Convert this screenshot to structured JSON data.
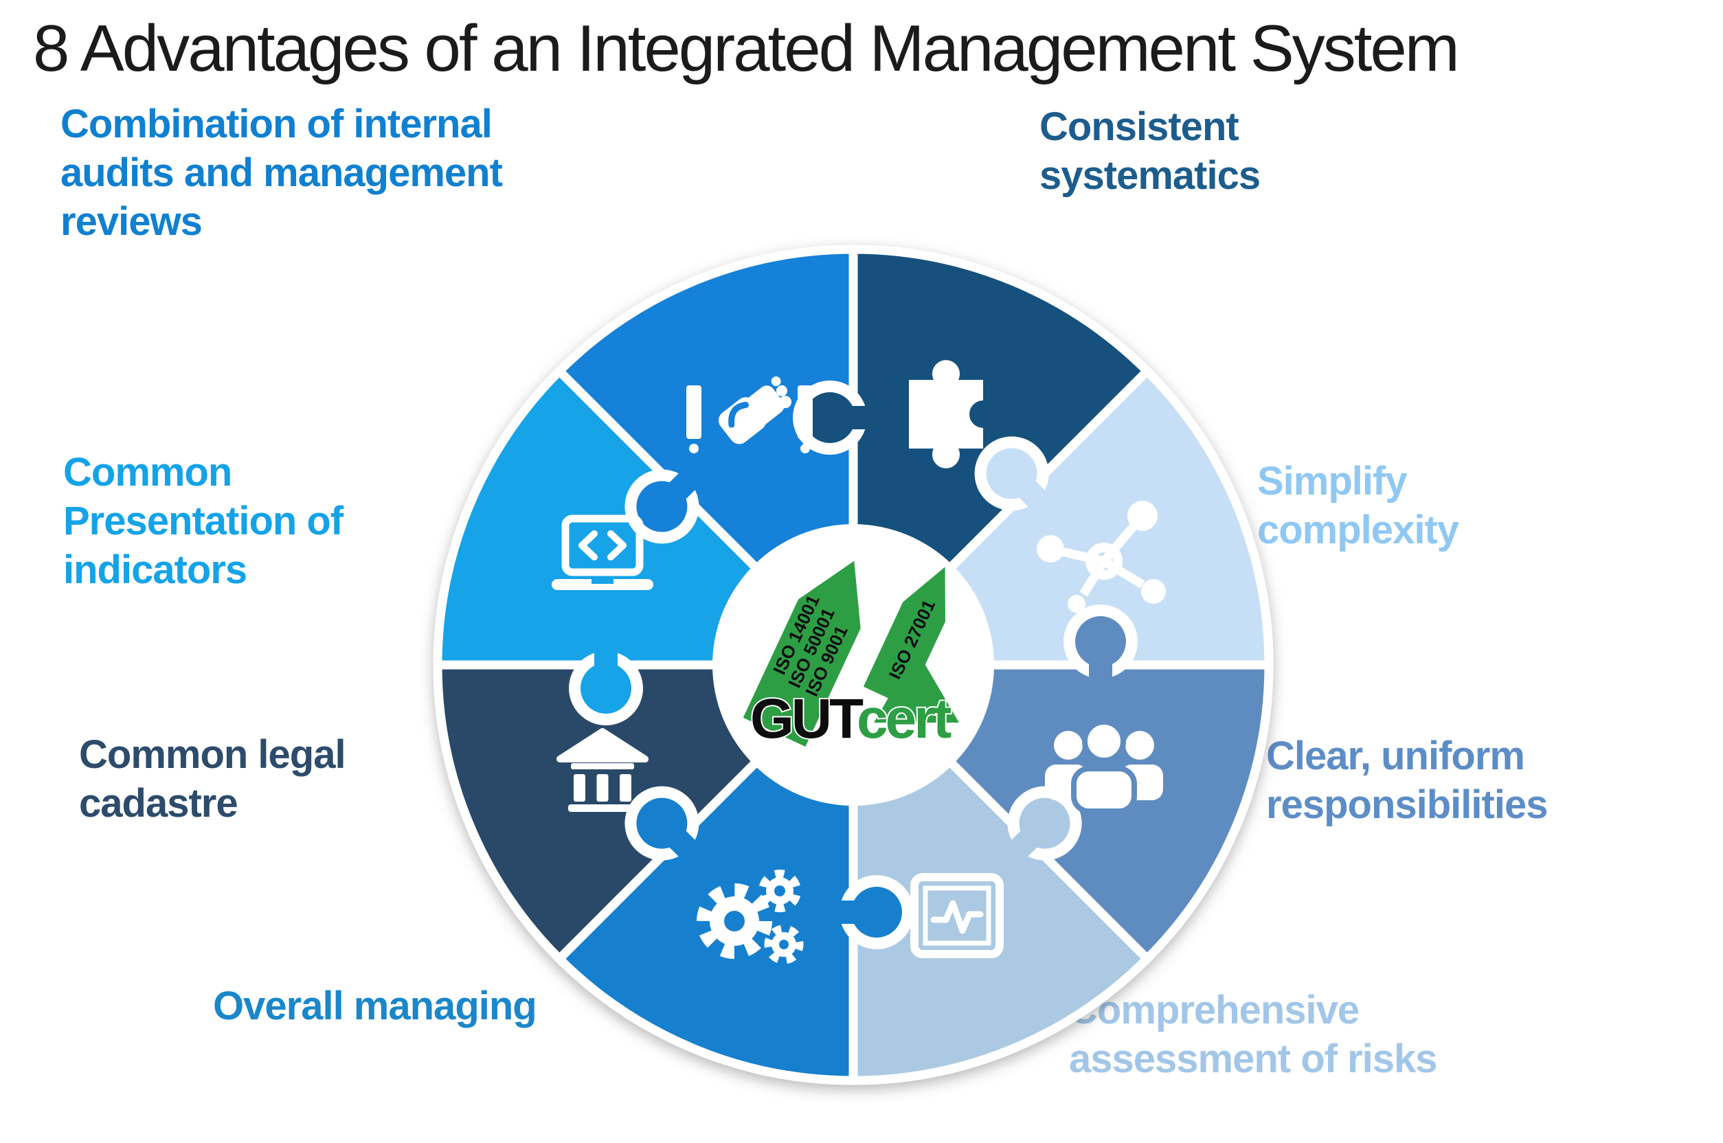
{
  "title": "8 Advantages of an Integrated Management System",
  "title_color": "#1b1b1b",
  "center": {
    "brand_gut": "GUT",
    "brand_cert": "cert",
    "brand_black": "#111111",
    "brand_green": "#2f9e45",
    "iso_left": [
      "ISO 14001",
      "ISO 50001",
      "ISO 9001"
    ],
    "iso_right": "ISO 27001"
  },
  "advantages": [
    {
      "label": "Consistent\nsystematics",
      "text_color": "#1d5d8d",
      "wedge_color": "#15517e",
      "icon": "puzzle-piece-icon"
    },
    {
      "label": "Simplify\ncomplexity",
      "text_color": "#8fc8f3",
      "wedge_color": "#c7dff6",
      "icon": "network-icon"
    },
    {
      "label": "Clear, uniform\nresponsibilities",
      "text_color": "#5d8dc6",
      "wedge_color": "#5e8cc0",
      "icon": "team-icon"
    },
    {
      "label": "Comprehensive\nassessment of risks",
      "text_color": "#a2c6e8",
      "wedge_color": "#abc9e2",
      "icon": "monitor-pulse-icon"
    },
    {
      "label": "Overall managing",
      "text_color": "#1a87ca",
      "wedge_color": "#1480ce",
      "icon": "gears-icon"
    },
    {
      "label": "Common legal\ncadastre",
      "text_color": "#2d4b6b",
      "wedge_color": "#2c4a68",
      "icon": "bank-icon"
    },
    {
      "label": "Common\nPresentation of\nindicators",
      "text_color": "#14a3e7",
      "wedge_color": "#18a3e8",
      "icon": "laptop-code-icon"
    },
    {
      "label": "Combination of internal\naudits and management\nreviews",
      "text_color": "#1080d0",
      "wedge_color": "#1581d8",
      "icon": "handshake-icon"
    }
  ]
}
